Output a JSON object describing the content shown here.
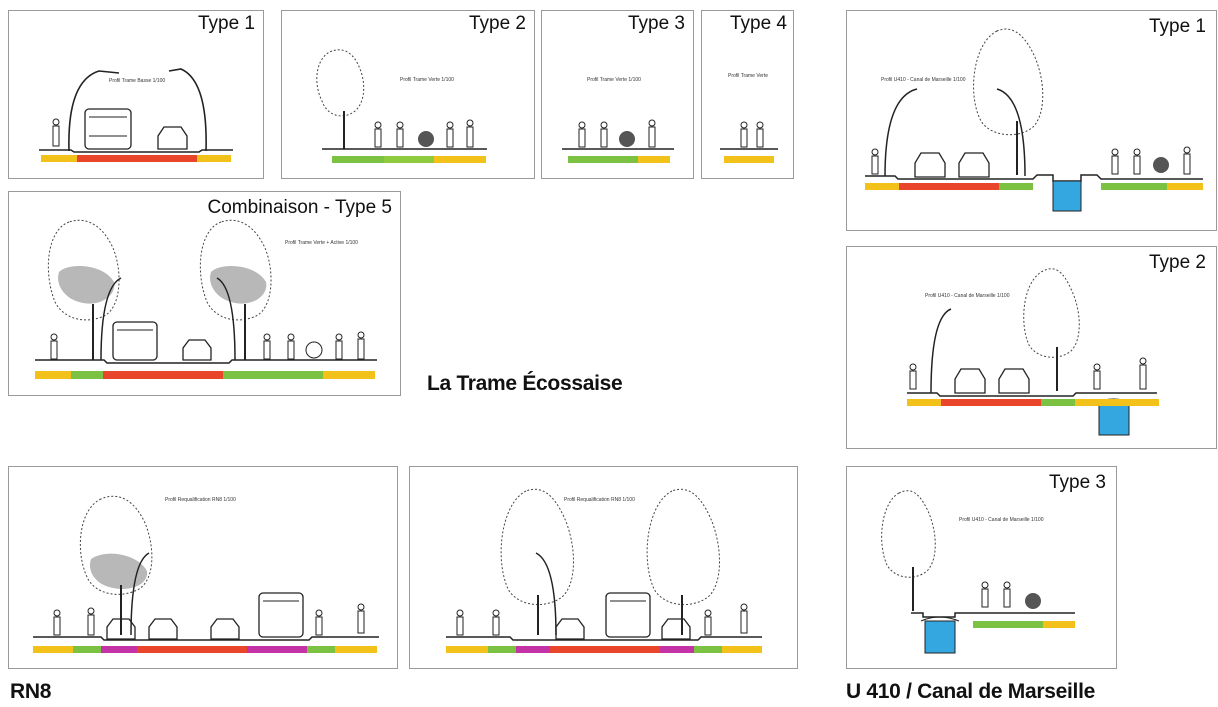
{
  "trame": {
    "type1": "Type 1",
    "type2": "Type 2",
    "type3": "Type 3",
    "type4": "Type 4",
    "type5": "Combinaison - Type 5",
    "caption": "La Trame Écossaise"
  },
  "rn8": {
    "caption": "RN8"
  },
  "u410": {
    "type1": "Type 1",
    "type2": "Type 2",
    "type3": "Type 3",
    "caption": "U 410 / Canal de Marseille"
  },
  "colors": {
    "yellow": "#f2c21b",
    "red": "#e8452a",
    "green": "#7cc242",
    "magenta": "#c433a6",
    "water": "#35a7e0",
    "line": "#222222"
  },
  "icons": [
    "person-icon",
    "bus-icon",
    "car-icon",
    "tree-icon",
    "streetlamp-icon",
    "shrub-icon",
    "canal-icon"
  ]
}
